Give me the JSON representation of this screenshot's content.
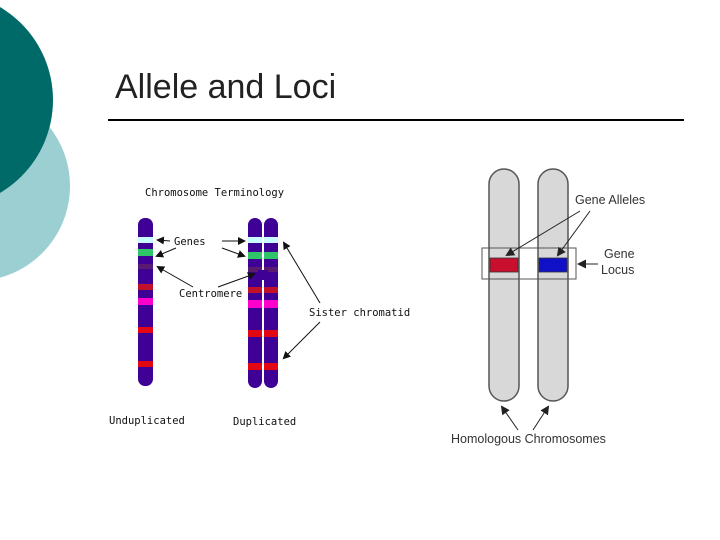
{
  "slide": {
    "title": "Allele and Loci"
  },
  "left_diagram": {
    "heading": "Chromosome Terminology",
    "label_genes": "Genes",
    "label_centromere": "Centromere",
    "label_sister": "Sister chromatid",
    "label_unduplicated": "Unduplicated",
    "label_duplicated": "Duplicated"
  },
  "right_diagram": {
    "label_alleles": "Gene Alleles",
    "label_gene": "Gene",
    "label_locus": "Locus",
    "label_homologous": "Homologous Chromosomes"
  },
  "colors": {
    "theme_dark": "#006a68",
    "theme_light": "#9ccfd2",
    "chromosome_purple": "#3f0096",
    "band_red": "#e30613",
    "band_magenta": "#ff00cc",
    "band_green": "#2fc36a",
    "band_cyan": "#c8fbff",
    "chromosome_grey": "#d8d8d8",
    "allele_red": "#c8102e",
    "allele_blue": "#1010c8"
  }
}
